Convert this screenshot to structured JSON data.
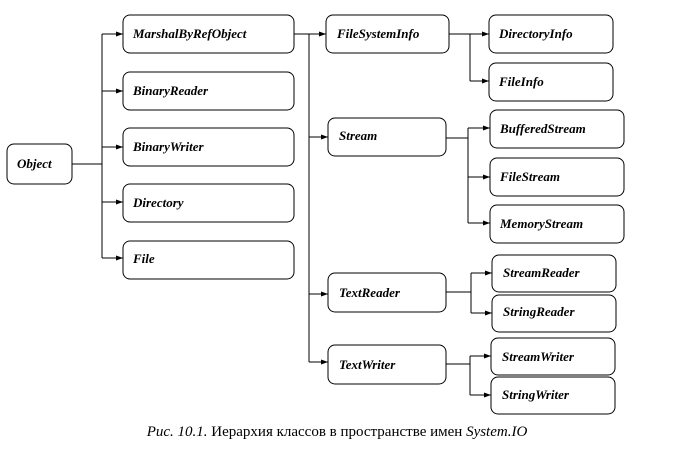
{
  "diagram": {
    "nodes": {
      "object": "Object",
      "marshal": "MarshalByRefObject",
      "binaryreader": "BinaryReader",
      "binarywriter": "BinaryWriter",
      "directory": "Directory",
      "file": "File",
      "filesysteminfo": "FileSystemInfo",
      "stream": "Stream",
      "textreader": "TextReader",
      "textwriter": "TextWriter",
      "directoryinfo": "DirectoryInfo",
      "fileinfo": "FileInfo",
      "bufferedstream": "BufferedStream",
      "filestream": "FileStream",
      "memorystream": "MemoryStream",
      "streamreader": "StreamReader",
      "stringreader": "StringReader",
      "streamwriter": "StreamWriter",
      "stringwriter": "StringWriter"
    },
    "edges": [
      [
        "object",
        "marshal"
      ],
      [
        "object",
        "binaryreader"
      ],
      [
        "object",
        "binarywriter"
      ],
      [
        "object",
        "directory"
      ],
      [
        "object",
        "file"
      ],
      [
        "marshal",
        "filesysteminfo"
      ],
      [
        "marshal",
        "stream"
      ],
      [
        "marshal",
        "textreader"
      ],
      [
        "marshal",
        "textwriter"
      ],
      [
        "filesysteminfo",
        "directoryinfo"
      ],
      [
        "filesysteminfo",
        "fileinfo"
      ],
      [
        "stream",
        "bufferedstream"
      ],
      [
        "stream",
        "filestream"
      ],
      [
        "stream",
        "memorystream"
      ],
      [
        "textreader",
        "streamreader"
      ],
      [
        "textreader",
        "stringreader"
      ],
      [
        "textwriter",
        "streamwriter"
      ],
      [
        "textwriter",
        "stringwriter"
      ]
    ]
  },
  "caption": {
    "prefix": "Рис. 10.1.",
    "text": " Иерархия классов в пространстве имен ",
    "namespace": "System.IO"
  }
}
